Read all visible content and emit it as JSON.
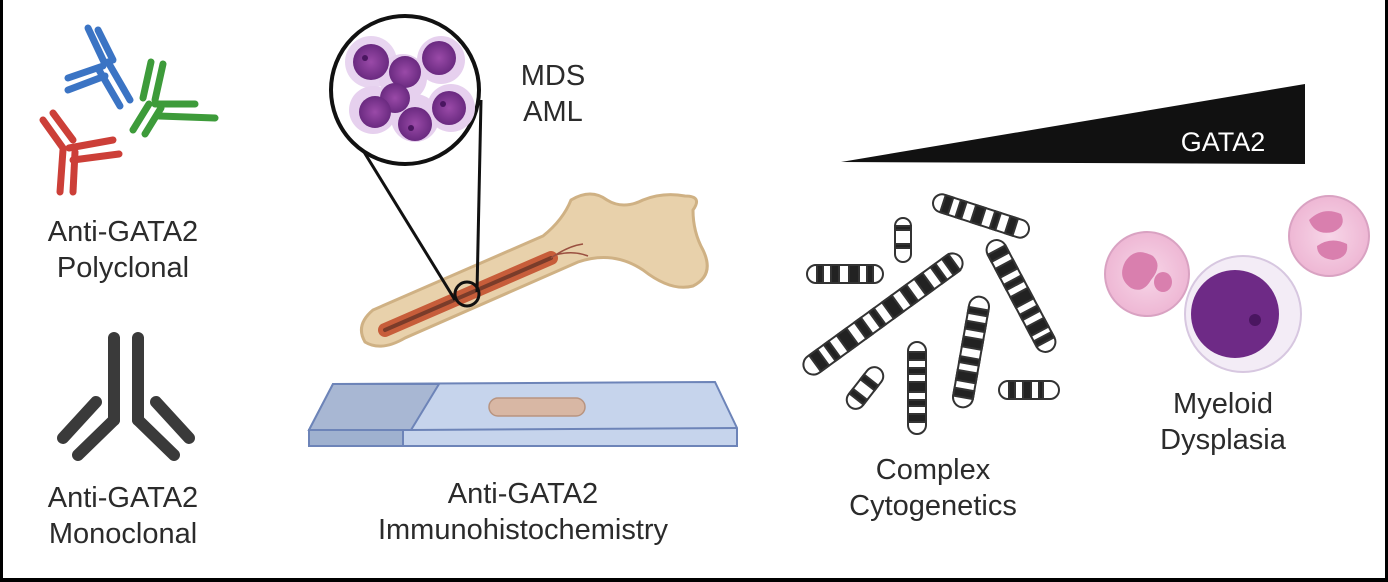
{
  "polyclonal_label": [
    "Anti-GATA2",
    "Polyclonal"
  ],
  "monoclonal_label": [
    "Anti-GATA2",
    "Monoclonal"
  ],
  "marrow_label": [
    "MDS",
    "AML"
  ],
  "ihc_label": [
    "Anti-GATA2",
    "Immunohistochemistry"
  ],
  "gradient_label": "GATA2",
  "cytogenetics_label": [
    "Complex",
    "Cytogenetics"
  ],
  "dysplasia_label": [
    "Myeloid",
    "Dysplasia"
  ],
  "colors": {
    "antibody_blue": "#3b74c4",
    "antibody_green": "#3d9b3a",
    "antibody_red": "#cc3f38",
    "antibody_mono": "#3a3a3a",
    "blast_purple": "#7a2f8e",
    "neutrophil_pink": "#f2c6df"
  }
}
